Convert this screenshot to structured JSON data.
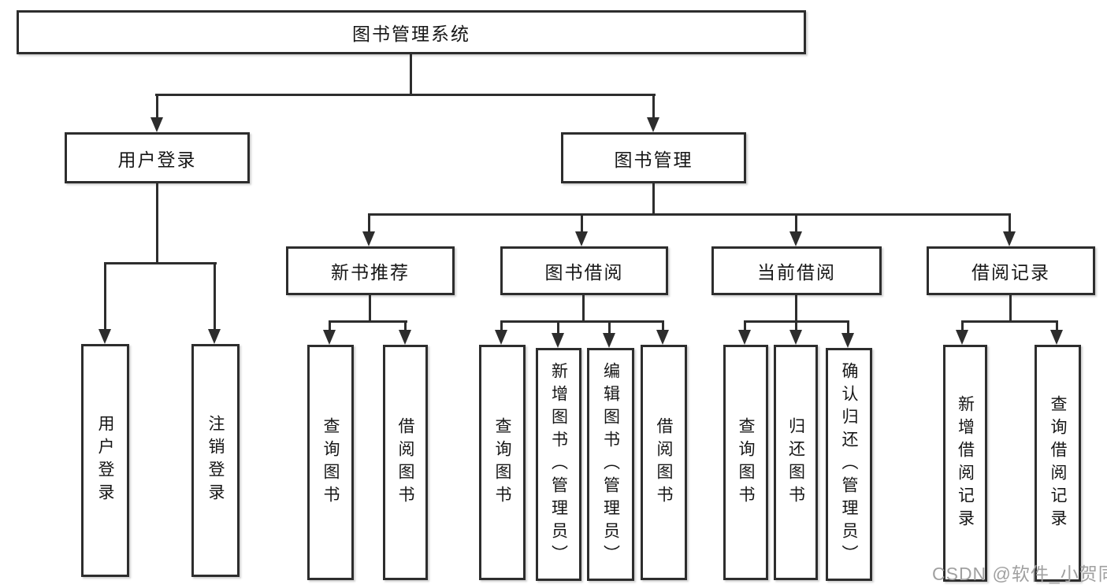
{
  "nodes": {
    "root": "图书管理系统",
    "user_login": "用户登录",
    "book_mgmt": "图书管理",
    "new_book_rec": "新书推荐",
    "book_borrow": "图书借阅",
    "current_borrow": "当前借阅",
    "borrow_record": "借阅记录"
  },
  "leaves": {
    "user_login": [
      "用户登录",
      "注销登录"
    ],
    "new_book_rec": [
      "查询图书",
      "借阅图书"
    ],
    "book_borrow": [
      "查询图书",
      "新增图书（管理员）",
      "编辑图书（管理员）",
      "借阅图书"
    ],
    "current_borrow": [
      "查询图书",
      "归还图书",
      "确认归还（管理员）"
    ],
    "borrow_record": [
      "新增借阅记录",
      "查询借阅记录"
    ]
  },
  "watermark": "CSDN @软件_小贺同学",
  "colors": {
    "line": "#2d2d2d",
    "text": "#161616",
    "watermark": "#a0a0a0",
    "background": "#ffffff"
  }
}
